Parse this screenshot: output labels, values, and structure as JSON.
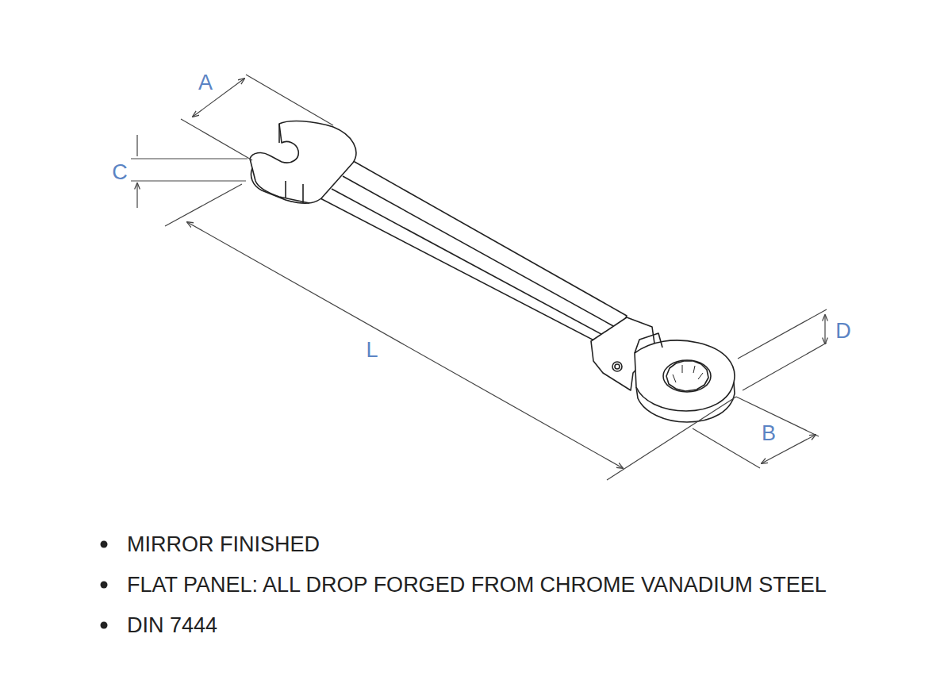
{
  "diagram": {
    "labels": [
      "A",
      "C",
      "L",
      "D",
      "B",
      "MIRROR FINISHED",
      "FLAT PANEL: ALL DROP FORGED FROM CHROME VANADIUM STEEL",
      "DIN 7444"
    ]
  }
}
